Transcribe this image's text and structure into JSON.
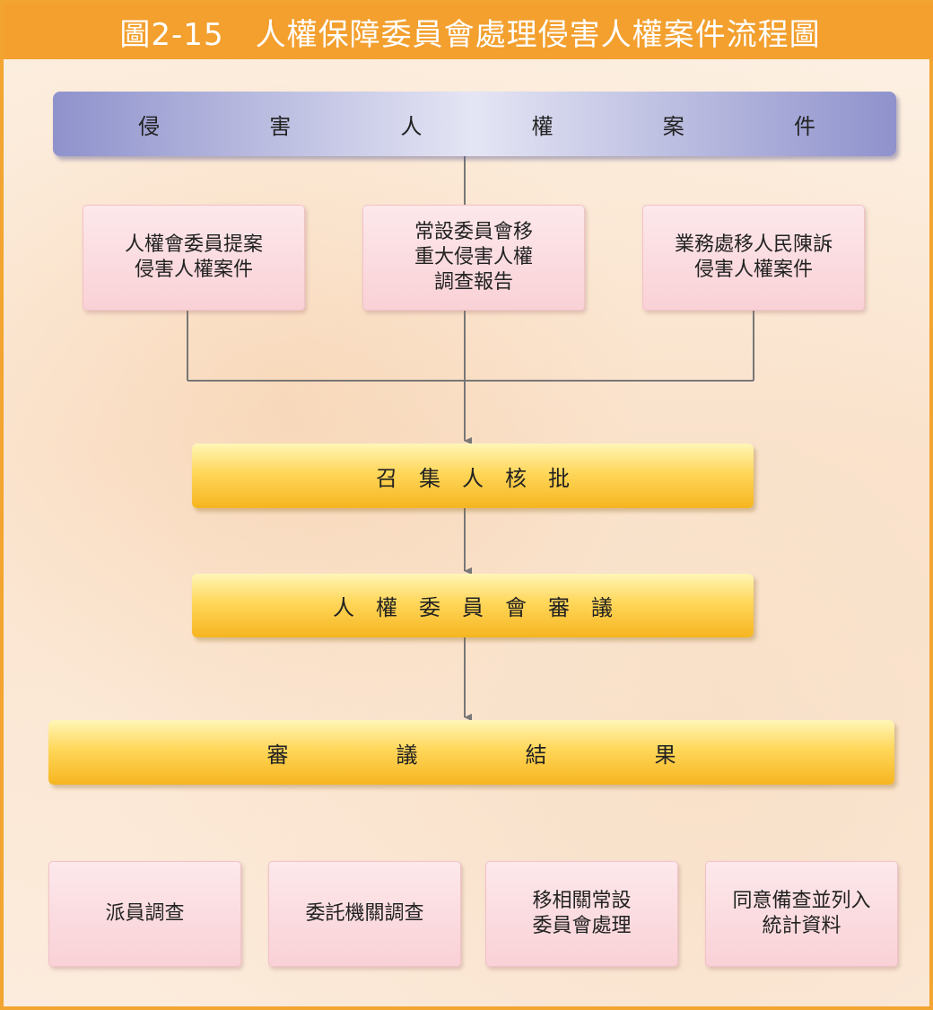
{
  "title": "圖2-15　人權保障委員會處理侵害人權案件流程圖",
  "top_bar": {
    "chars": [
      "侵",
      "害",
      "人",
      "權",
      "案",
      "件"
    ]
  },
  "sources": [
    {
      "lines": [
        "人權會委員提案",
        "侵害人權案件"
      ]
    },
    {
      "lines": [
        "常設委員會移",
        "重大侵害人權",
        "調查報告"
      ]
    },
    {
      "lines": [
        "業務處移人民陳訴",
        "侵害人權案件"
      ]
    }
  ],
  "step1": "召　集　人　核　批",
  "step2": "人　權　委　員　會　審　議",
  "result": "審　　　　　議　　　　　結　　　　　果",
  "outcomes": [
    {
      "lines": [
        "派員調查"
      ]
    },
    {
      "lines": [
        "委託機關調查"
      ]
    },
    {
      "lines": [
        "移相關常設",
        "委員會處理"
      ]
    },
    {
      "lines": [
        "同意備查並列入",
        "統計資料"
      ]
    }
  ],
  "colors": {
    "title_bg": "#f3a02f",
    "frame_border": "#f3a531",
    "blue_bar": "#8f92cc",
    "gold_bar": "#ffd75a",
    "pink_box": "#f9d1d6",
    "connector": "#777777"
  }
}
